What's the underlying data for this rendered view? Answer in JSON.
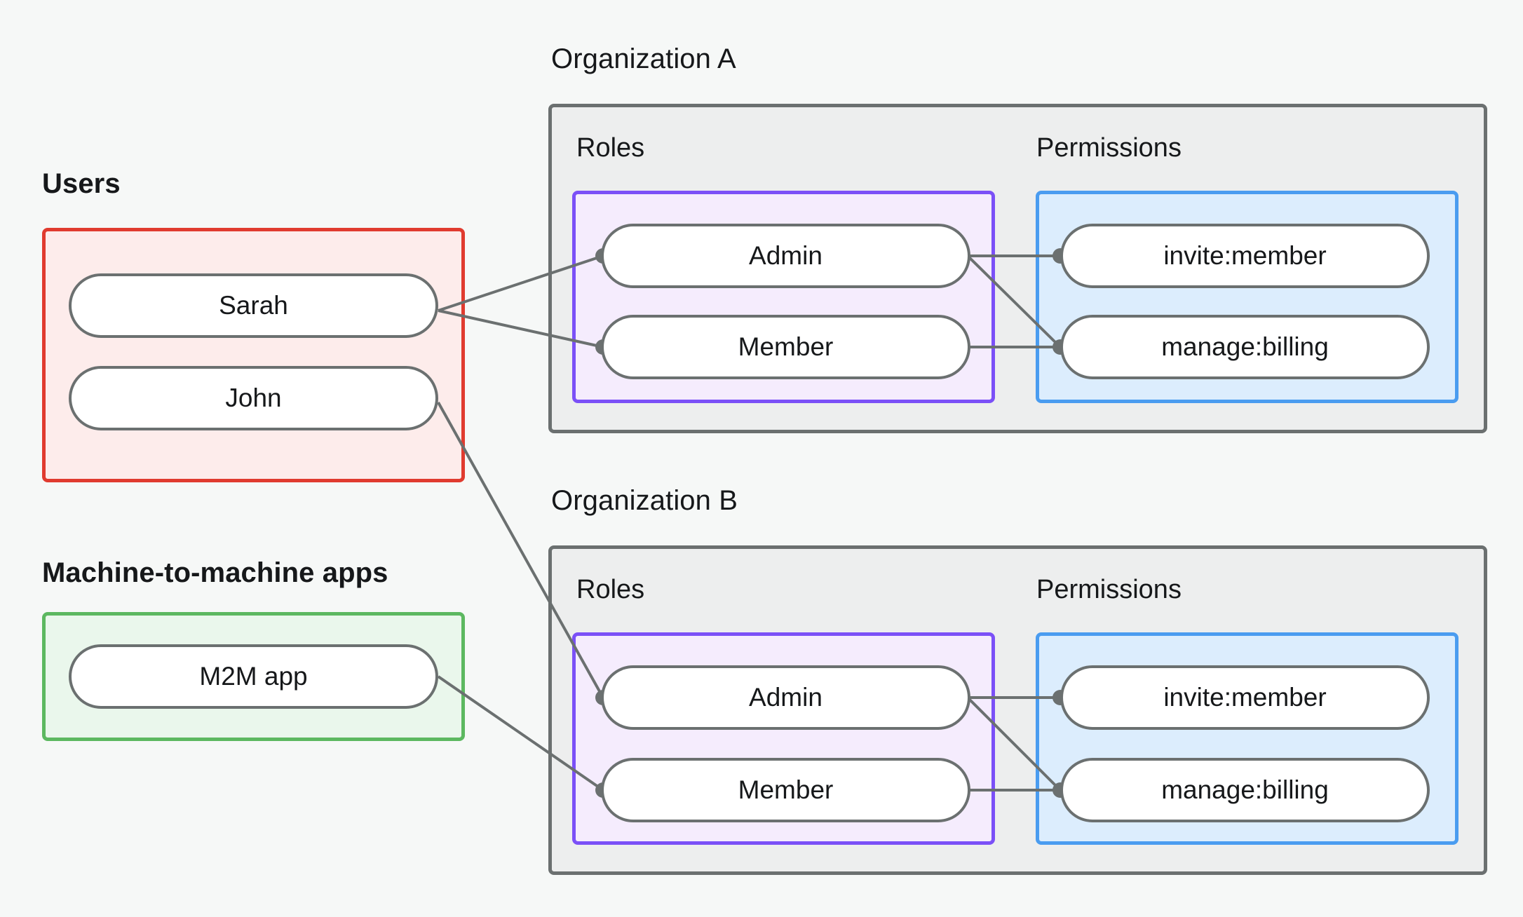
{
  "diagram": {
    "title_users": "Users",
    "title_m2m": "Machine-to-machine apps",
    "org_a_title": "Organization A",
    "org_b_title": "Organization B",
    "roles_label": "Roles",
    "permissions_label": "Permissions"
  },
  "users": {
    "items": [
      {
        "label": "Sarah"
      },
      {
        "label": "John"
      }
    ]
  },
  "m2m": {
    "items": [
      {
        "label": "M2M app"
      }
    ]
  },
  "org_a": {
    "title": "Organization A",
    "roles_label": "Roles",
    "permissions_label": "Permissions",
    "roles": [
      {
        "label": "Admin"
      },
      {
        "label": "Member"
      }
    ],
    "permissions": [
      {
        "label": "invite:member"
      },
      {
        "label": "manage:billing"
      }
    ]
  },
  "org_b": {
    "title": "Organization B",
    "roles_label": "Roles",
    "permissions_label": "Permissions",
    "roles": [
      {
        "label": "Admin"
      },
      {
        "label": "Member"
      }
    ],
    "permissions": [
      {
        "label": "invite:member"
      },
      {
        "label": "manage:billing"
      }
    ]
  },
  "colors": {
    "background": "#f6f8f7",
    "users_border": "#e03b2f",
    "users_fill": "#fdeceb",
    "m2m_border": "#5cb860",
    "m2m_fill": "#eaf7ec",
    "org_border": "#6b7070",
    "org_fill": "#edeeee",
    "roles_border": "#7b50f7",
    "roles_fill": "#f5ecfd",
    "perms_border": "#4a9cf0",
    "perms_fill": "#dcedfd",
    "edge": "#6b7070",
    "pill_border": "#6b7070",
    "text": "#16181a"
  },
  "edges": [
    {
      "from": "Sarah",
      "to": "org_a.Admin"
    },
    {
      "from": "Sarah",
      "to": "org_a.Member"
    },
    {
      "from": "John",
      "to": "org_b.Admin"
    },
    {
      "from": "M2M app",
      "to": "org_b.Member"
    },
    {
      "from": "org_a.Admin",
      "to": "org_a.invite:member"
    },
    {
      "from": "org_a.Admin",
      "to": "org_a.manage:billing"
    },
    {
      "from": "org_a.Member",
      "to": "org_a.manage:billing"
    },
    {
      "from": "org_b.Admin",
      "to": "org_b.invite:member"
    },
    {
      "from": "org_b.Admin",
      "to": "org_b.manage:billing"
    },
    {
      "from": "org_b.Member",
      "to": "org_b.manage:billing"
    }
  ]
}
